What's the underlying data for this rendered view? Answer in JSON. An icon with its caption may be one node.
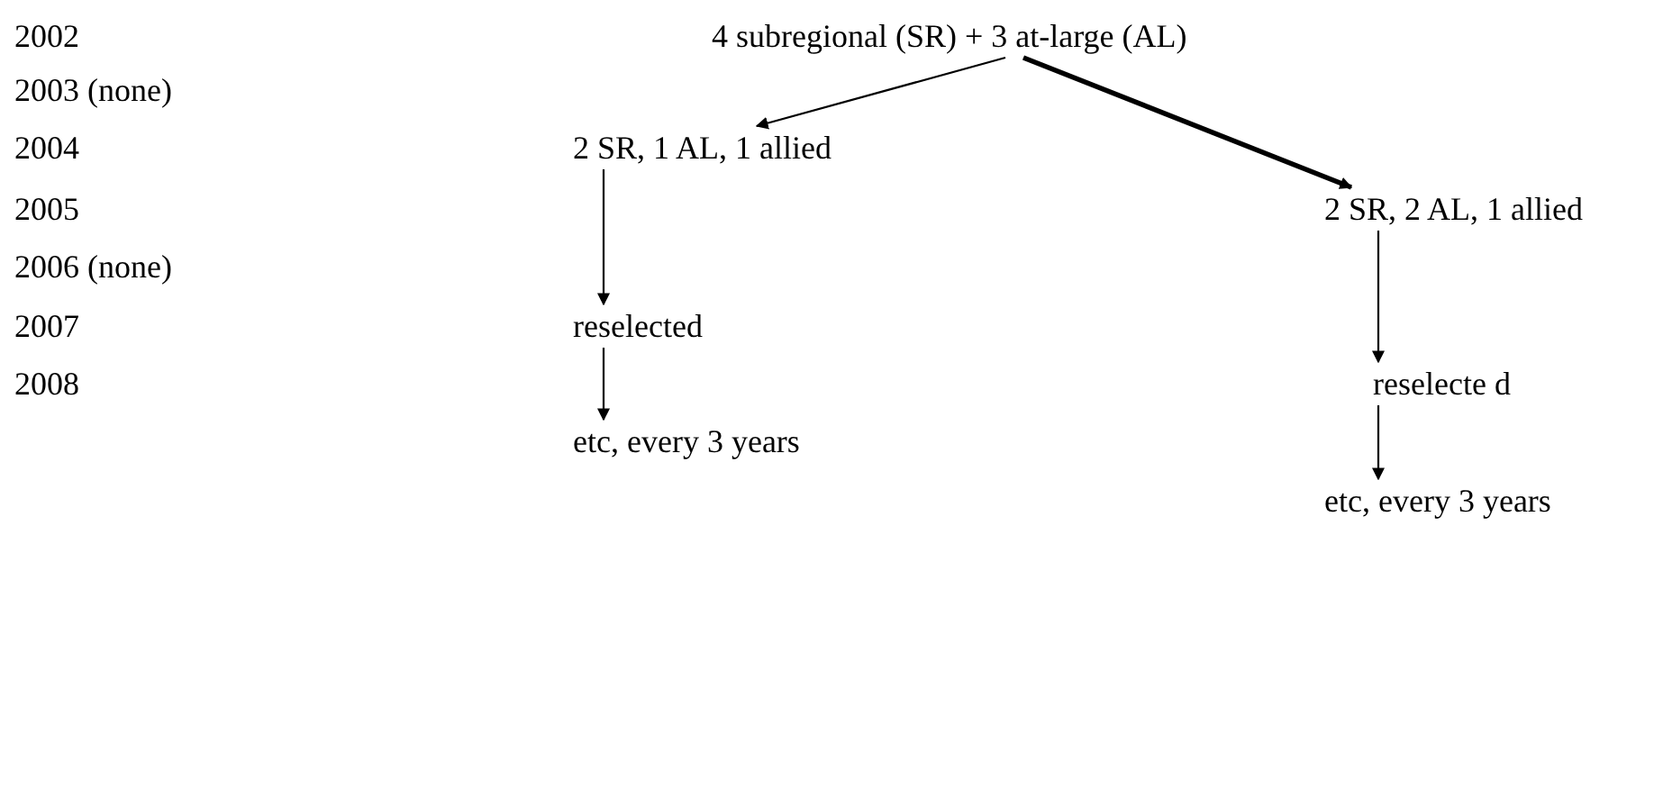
{
  "diagram": {
    "nodes": [
      {
        "text": [
          "4 subregional (SR) + 3 at-large (AL)"
        ]
      },
      {
        "text": [
          "2 SR, 1 AL, 1 allied"
        ]
      },
      {
        "text": [
          "2 SR, 2 AL, 1 allied"
        ]
      },
      {
        "text": [
          "reselected"
        ]
      },
      {
        "text": [
          "etc, every 3 years"
        ]
      },
      {
        "text": [
          "reselecte d"
        ]
      },
      {
        "text": [
          "etc, every 3 years"
        ]
      }
    ],
    "edges": [
      {
        "from": 0,
        "to": 1,
        "arrow": "to"
      },
      {
        "from": 0,
        "to": 2,
        "arrow": "to",
        "style": "thick"
      },
      {
        "from": 1,
        "to": 3,
        "arrow": "to"
      },
      {
        "from": 3,
        "to": 4,
        "arrow": "to"
      },
      {
        "from": 2,
        "to": 5,
        "arrow": "to"
      },
      {
        "from": 5,
        "to": 6,
        "arrow": "to"
      }
    ],
    "labels": [
      "2002",
      "2003 (none)",
      "2004",
      "2005",
      "2006 (none)",
      "2007",
      "2008"
    ]
  }
}
